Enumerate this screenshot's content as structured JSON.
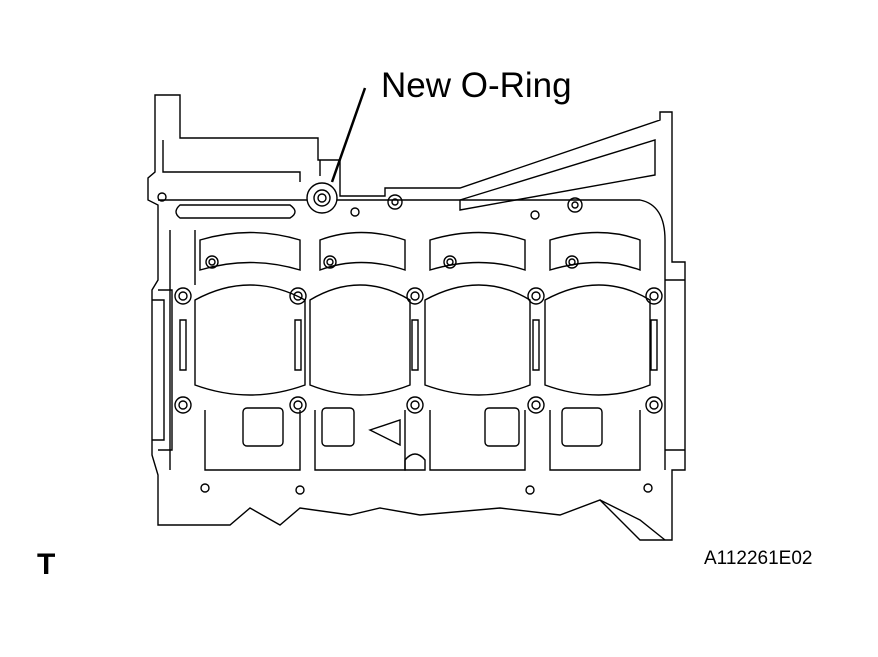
{
  "figure": {
    "callout": "New O-Ring",
    "corner_mark": "T",
    "figure_id": "A112261E02"
  },
  "colors": {
    "line": "#000000",
    "background": "#ffffff"
  }
}
